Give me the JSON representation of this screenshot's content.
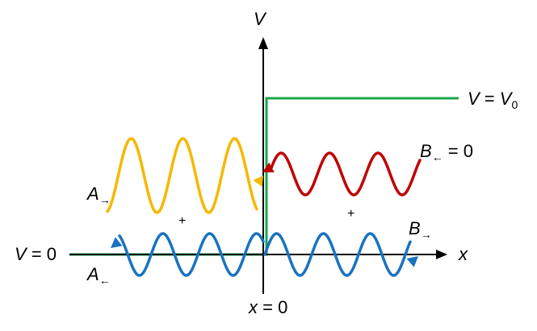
{
  "labels": {
    "axis_v": "V",
    "axis_x": "x",
    "x_zero": "x = 0",
    "v_zero": "V = 0",
    "v_high_prefix": "V = V",
    "v_high_sub": "0",
    "a_right": "A",
    "a_right_arrow": "→",
    "a_left": "A",
    "a_left_arrow": "←",
    "b_right": "B",
    "b_right_arrow": "→",
    "b_left": "B",
    "b_left_arrow": "←",
    "b_left_value": " = 0",
    "plus_left": "+",
    "plus_right": "+"
  },
  "colors": {
    "potential": "#1aa64a",
    "incident": "#f5b800",
    "reflected_right": "#c00000",
    "transmitted": "#1a72c0",
    "axis": "#000000"
  }
}
